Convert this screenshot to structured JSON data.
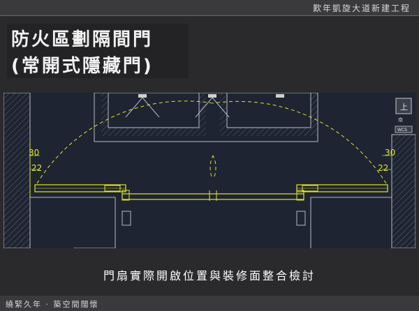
{
  "header": {
    "project_title": "歎年凱旋大道新建工程"
  },
  "slide": {
    "title_line1": "防火區劃隔間門",
    "title_line2": "(常開式隱藏門)",
    "caption": "門扇實際開啟位置與裝修面整合檢討"
  },
  "footer": {
    "text": "繞緊久年 · 築空間闊懷"
  },
  "cad": {
    "dimension_labels": [
      "30",
      "22",
      "30",
      "22"
    ],
    "viewcube_face": "上",
    "viewcube_compass": "南",
    "wcs_label": "WCS"
  },
  "colors": {
    "background": "#2a2a2c",
    "cad_background": "#1e2431",
    "door_line": "#e6e62a",
    "dim_green": "#3fd24a"
  }
}
